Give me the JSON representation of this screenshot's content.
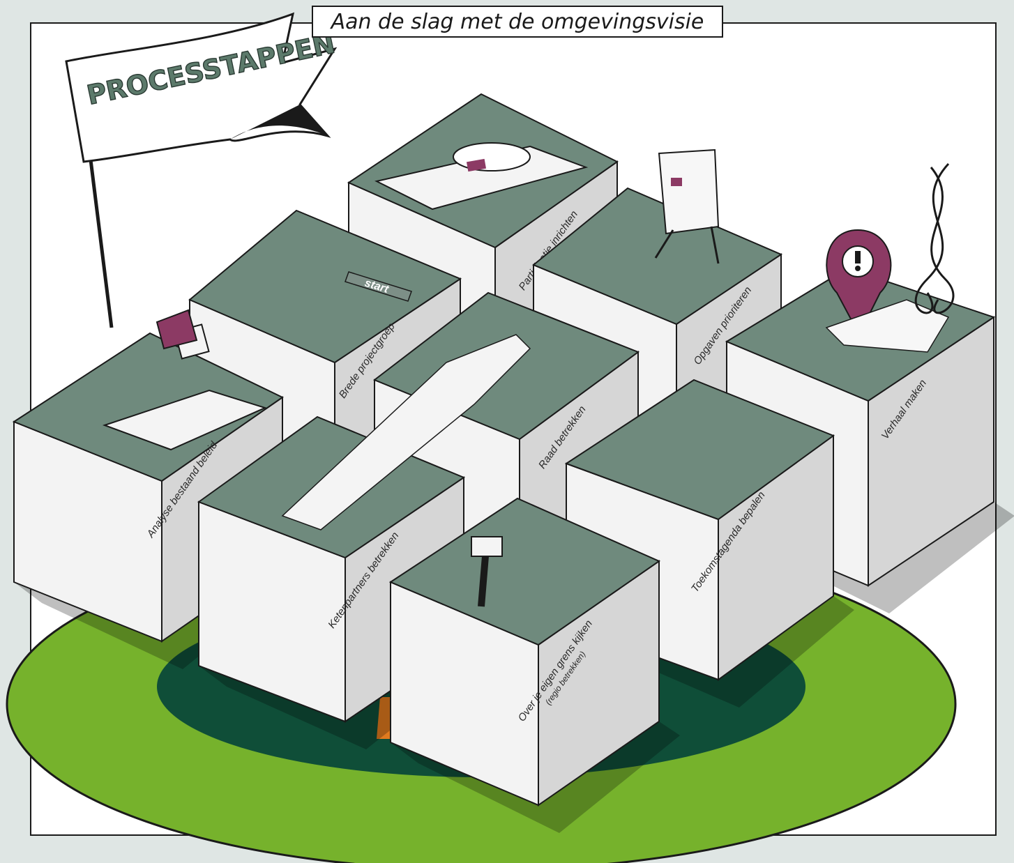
{
  "title": "Aan de slag met de omgevingsvisie",
  "flag_text": "PROCESSTAPPEN",
  "start_text": "start",
  "steps": [
    {
      "label": "Analyse bestaand beleid"
    },
    {
      "label": "Brede projectgroep"
    },
    {
      "label": "Participatie inrichten"
    },
    {
      "label": "Opgaven prioriteren"
    },
    {
      "label": "Verhaal maken"
    },
    {
      "label": "Raad betrekken"
    },
    {
      "label": "Ketenpartners betrekken"
    },
    {
      "label": "Toekomstagenda bepalen"
    },
    {
      "label": "Over je eigen grens kijken",
      "sublabel": "(regio betrekken)"
    }
  ],
  "colors": {
    "background": "#dfe6e4",
    "block_top": "#6f8a7d",
    "block_front": "#f3f3f3",
    "block_side": "#d6d6d6",
    "ground_outer": "#76b22c",
    "ground_inner": "#0f4e38",
    "ground_center": "#e07a1e",
    "pin": "#8c3a64"
  }
}
